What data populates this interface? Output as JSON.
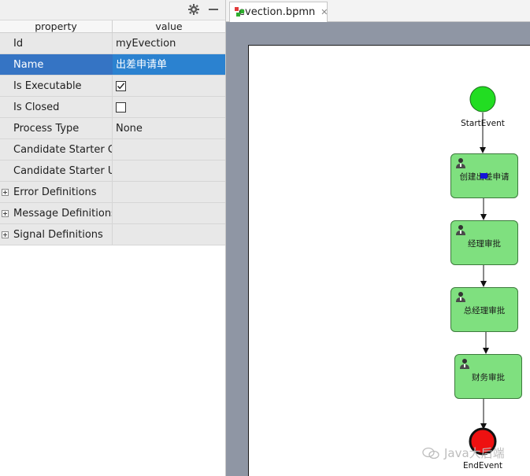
{
  "properties_panel": {
    "header": {
      "property": "property",
      "value": "value"
    },
    "rows": [
      {
        "name": "Id",
        "value": "myEvection"
      },
      {
        "name": "Name",
        "value": "出差申请单"
      },
      {
        "name": "Is Executable",
        "value": "",
        "checked": true
      },
      {
        "name": "Is Closed",
        "value": "",
        "checked": false
      },
      {
        "name": "Process Type",
        "value": "None"
      },
      {
        "name": "Candidate Starter Gro",
        "value": ""
      },
      {
        "name": "Candidate Starter Use",
        "value": ""
      },
      {
        "name": "Error Definitions",
        "value": ""
      },
      {
        "name": "Message Definitions",
        "value": ""
      },
      {
        "name": "Signal Definitions",
        "value": ""
      }
    ]
  },
  "editor": {
    "tab_label": "evection.bpmn",
    "diagram": {
      "start_label": "StartEvent",
      "end_label": "EndEvent",
      "tasks": [
        "创建出差申请",
        "经理审批",
        "总经理审批",
        "财务审批"
      ]
    }
  },
  "colors": {
    "selection": "#3574c4",
    "task_fill": "#7fe07f",
    "start_fill": "#22dd22",
    "end_fill": "#ee1111",
    "canvas_bg": "#8f96a4"
  },
  "watermark": "Java大后端"
}
